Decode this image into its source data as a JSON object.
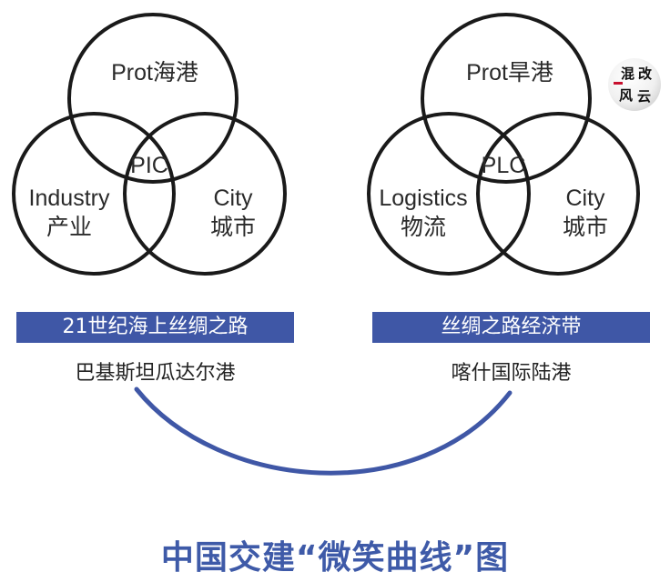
{
  "left_diagram": {
    "top_circle": "Prot海港",
    "left_circle_en": "Industry",
    "left_circle_cn": "产业",
    "right_circle_en": "City",
    "right_circle_cn": "城市",
    "center": "PIC"
  },
  "right_diagram": {
    "top_circle": "Prot旱港",
    "left_circle_en": "Logistics",
    "left_circle_cn": "物流",
    "right_circle_en": "City",
    "right_circle_cn": "城市",
    "center": "PLC"
  },
  "left_band": "21世纪海上丝绸之路",
  "left_subtitle": "巴基斯坦瓜达尔港",
  "right_band": "丝绸之路经济带",
  "right_subtitle": "喀什国际陆港",
  "main_title": "中国交建“微笑曲线”图",
  "seal_chars": [
    "混",
    "改",
    "风",
    "云"
  ],
  "colors": {
    "band": "#3f57a6",
    "curve": "#3f57a6",
    "title": "#3e5aa8",
    "circle": "#1a1a1a"
  }
}
